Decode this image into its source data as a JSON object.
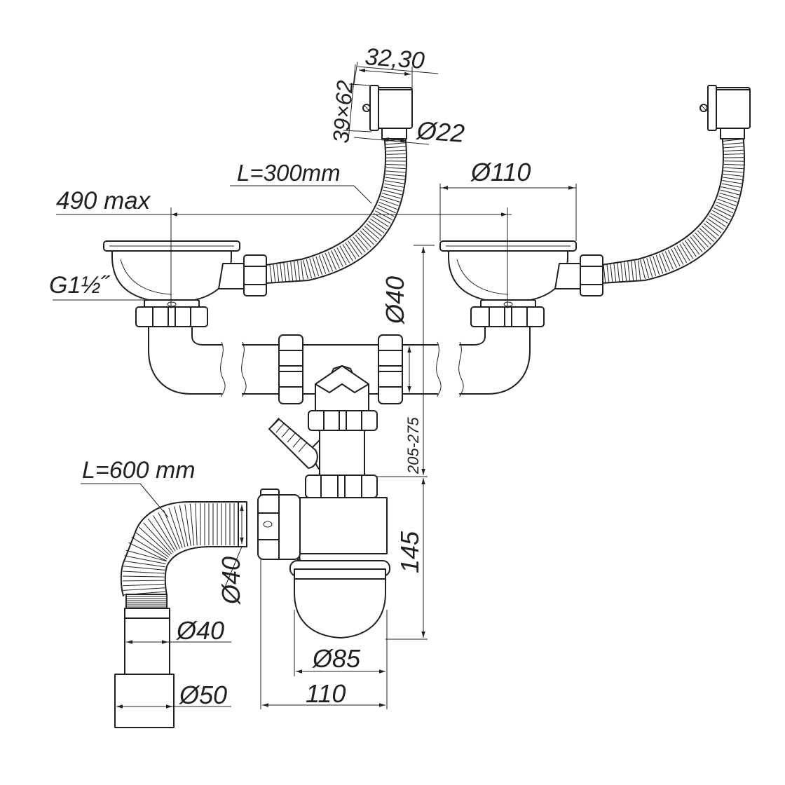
{
  "labels": {
    "connector_size": "32,30",
    "overflow_size": "39×62",
    "overflow_hose_diameter": "Ø22",
    "overflow_hose_length": "L=300mm",
    "strainer_diameter": "Ø110",
    "max_width": "490 max",
    "thread": "G1½˝",
    "pipe_diameter": "Ø40",
    "height_range": "205-275",
    "corrugated_length": "L=600 mm",
    "trap_height": "145",
    "outlet_diameter": "Ø40",
    "corrugated_inner_diameter": "Ø40",
    "corrugated_outer_diameter": "Ø50",
    "cup_diameter": "Ø85",
    "trap_width": "110"
  },
  "colors": {
    "line": "#231f20",
    "background": "#ffffff"
  }
}
